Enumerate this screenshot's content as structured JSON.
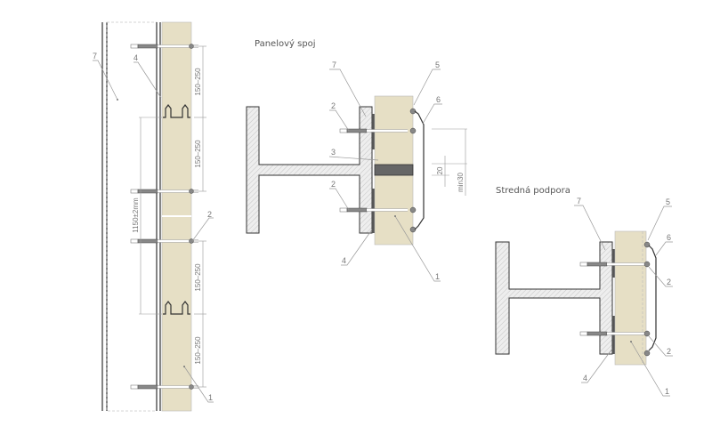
{
  "elevation": {
    "labels": {
      "beam": "7",
      "seal_tape": "4",
      "screw": "2",
      "panel": "1"
    },
    "spacing": [
      "150–250",
      "150–250",
      "150–250",
      "150–250"
    ],
    "module": "1150±2mm"
  },
  "panel_joint": {
    "title": "Panelový spoj",
    "labels": {
      "beam": "7",
      "washer": "5",
      "flashing": "6",
      "screw_top": "2",
      "gasket": "3",
      "screw_bottom": "2",
      "seal_tape": "4",
      "panel": "1"
    },
    "dims": {
      "gap": "20",
      "overlap": "min30"
    }
  },
  "middle_support": {
    "title": "Stredná podpora",
    "labels": {
      "beam": "7",
      "washer": "5",
      "flashing": "6",
      "screw_top": "2",
      "screw_bottom": "2",
      "seal_tape": "4",
      "panel": "1"
    }
  },
  "colors": {
    "panel": "#e6dfc5",
    "steel_outline": "#333333",
    "annotation": "#777777"
  }
}
